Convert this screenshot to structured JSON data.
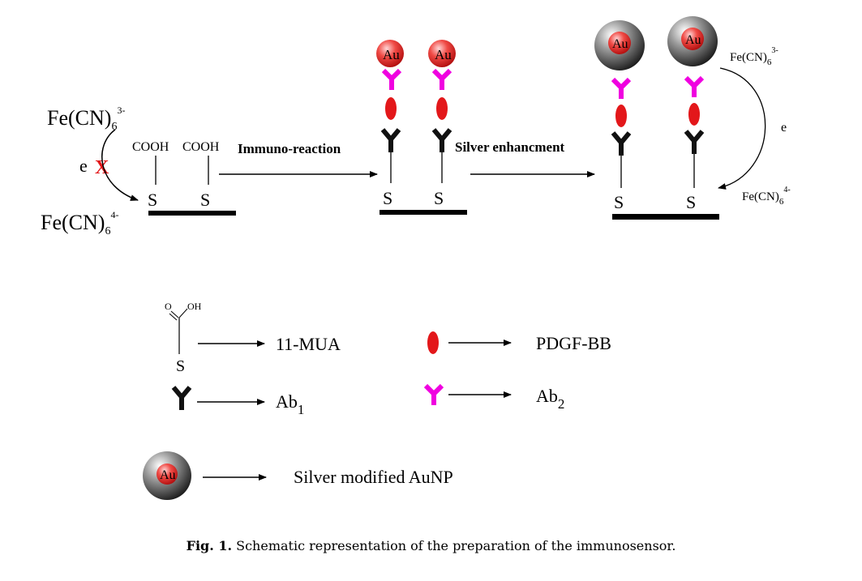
{
  "colors": {
    "gold_particle": "#e8231f",
    "silver_shell": "#4a4a4a",
    "pdgf": "#e3171a",
    "ab1": "#111111",
    "ab2": "#f000e0",
    "blocked_x": "#e3171a",
    "line": "#000000"
  },
  "scheme": {
    "fe3_label": "Fe(CN)",
    "fe3_charge": "3-",
    "fe4_label": "Fe(CN)",
    "fe4_charge": "4-",
    "sub6": "6",
    "electron": "e",
    "blocked_mark": "X",
    "cooh": "COOH",
    "sulfur": "S",
    "gold": "Au",
    "step1_label": "Immuno-reaction",
    "step2_label": "Silver enhancment"
  },
  "legend": {
    "mua_o": "O",
    "mua_oh": "OH",
    "mua_s": "S",
    "mua_label": "11-MUA",
    "pdgf_label": "PDGF-BB",
    "ab1_label": "Ab",
    "ab1_sub": "1",
    "ab2_label": "Ab",
    "ab2_sub": "2",
    "au": "Au",
    "agnp_label": "Silver modified AuNP"
  },
  "caption": {
    "prefix": "Fig. 1.",
    "text": " Schematic representation of the preparation of the immunosensor."
  }
}
